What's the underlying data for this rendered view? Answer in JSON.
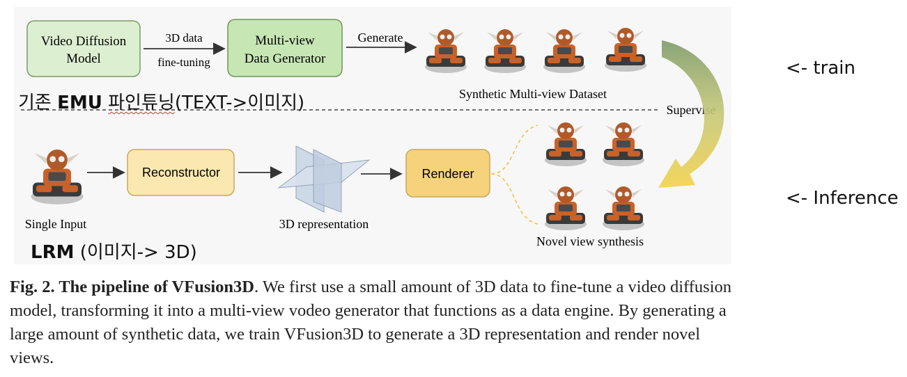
{
  "top_row": {
    "box1": [
      "Video Diffusion",
      "Model"
    ],
    "arrow1_label": [
      "3D data",
      "fine-tuning"
    ],
    "box2": [
      "Multi-view",
      "Data Generator"
    ],
    "arrow2_label": "Generate",
    "dataset_label": "Synthetic Multi-view Dataset",
    "supervise_label": "Supervise"
  },
  "bottom_row": {
    "input_label": "Single Input",
    "reconstructor_label": "Reconstructor",
    "representation_label": "3D representation",
    "renderer_label": "Renderer",
    "novel_view_label": "Novel view synthesis"
  },
  "annotations": {
    "emu_prefix": "기존 ",
    "emu_bold": "EMU",
    "emu_suffix_a": " ",
    "emu_squiggle": "파인튜닝",
    "emu_suffix_b": "(TEXT->이미지)",
    "lrm_bold": "LRM",
    "lrm_suffix": " (이미지-> 3D)",
    "train": "<- train",
    "inference": "<- Inference"
  },
  "caption": {
    "bold": "Fig. 2. The pipeline of VFusion3D",
    "text": ". We first use a small amount of 3D data to fine-tune a video diffusion model, transforming it into a multi-view vodeo generator that functions as a data engine. By generating a large amount of synthetic data, we train VFusion3D to generate a 3D representation and render novel views."
  },
  "colors": {
    "green_box": "#dcefd0",
    "green_border": "#7a9c6a",
    "yellow_box": "#fbe8b0",
    "yellow_border": "#c9a75c",
    "plane": "#c9d6e6",
    "robot_orange": "#c8622a",
    "robot_dark": "#3a3a3a"
  }
}
